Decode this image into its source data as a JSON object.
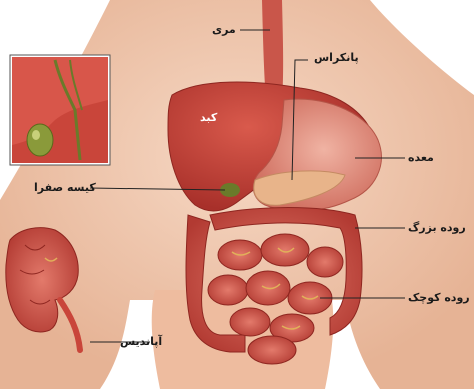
{
  "labels": {
    "esophagus": "مری",
    "pancreas": "پانکراس",
    "liver": "کبد",
    "stomach": "معده",
    "gallbladder": "کیسه صفرا",
    "large_intestine": "روده بزرگ",
    "small_intestine": "روده کوچک",
    "appendix": "آپاندیس"
  },
  "colors": {
    "skin": "#f2c9b0",
    "skin_shadow": "#e3ab8d",
    "organ_red": "#c9453a",
    "organ_dark": "#9e2b25",
    "organ_light": "#e0766a",
    "stomach_pink": "#e79a8a",
    "pancreas_tan": "#e8b48a",
    "bile_green": "#6a7a2a"
  }
}
